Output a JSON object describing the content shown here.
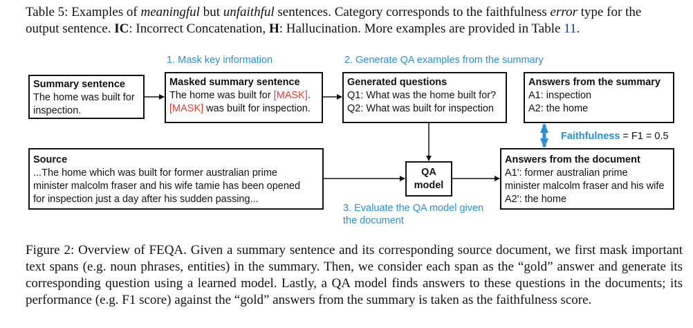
{
  "table_caption": {
    "prefix": "Table 5: Examples of ",
    "meaningful": "meaningful",
    "mid1": " but ",
    "unfaithful": "unfaithful",
    "mid2": " sentences. Category corresponds to the faithfulness ",
    "error": "error",
    "mid3": " type for the output sentence. ",
    "ic": "IC",
    "ic_text": ": Incorrect Concatenation, ",
    "h": "H",
    "h_text": ": Hallucination. More examples are provided in Table ",
    "ref": "11",
    "end": "."
  },
  "steps": {
    "step1": "1. Mask key information",
    "step2": "2. Generate QA examples from the summary",
    "step3_line1": "3. Evaluate the QA model given",
    "step3_line2": "the document"
  },
  "summary_box": {
    "title": "Summary sentence",
    "line1": "The home was built for",
    "line2": "inspection."
  },
  "masked_box": {
    "title": "Masked summary sentence",
    "line1_text": "The home was built for ",
    "mask1": "[MASK]",
    "line1_end": ".",
    "mask2": "[MASK]",
    "line2_text": " was built for inspection."
  },
  "questions_box": {
    "title": "Generated questions",
    "q1": "Q1: What was the home built for?",
    "q2": "Q2: What was built for inspection"
  },
  "answers_summary_box": {
    "title": "Answers from the summary",
    "a1": "A1: inspection",
    "a2": "A2: the home"
  },
  "source_box": {
    "title": "Source",
    "line1": "...The home which was built for former australian prime",
    "line2": "minister malcolm fraser and his wife tamie has been opened",
    "line3": "for inspection just a day after his sudden passing..."
  },
  "qa_box": {
    "line1": "QA",
    "line2": "model"
  },
  "answers_doc_box": {
    "title": "Answers from the document",
    "a1_line1": "A1': former australian prime",
    "a1_line2": "minister malcolm fraser and his wife",
    "a2": "A2': the home"
  },
  "faithfulness": {
    "label": "Faithfulness",
    "formula": " = F1 = 0.5"
  },
  "figure_caption": "Figure 2: Overview of FEQA. Given a summary sentence and its corresponding source document, we first mask important text spans (e.g. noun phrases, entities) in the summary. Then, we consider each span as the “gold” answer and generate its corresponding question using a learned model. Lastly, a QA model finds answers to these questions in the documents; its performance (e.g. F1 score) against the “gold” answers from the summary is taken as the faithfulness score.",
  "colors": {
    "step_blue": "#2a8fd6",
    "mask_red": "#e23b2e",
    "link_blue": "#1a3a8a"
  }
}
